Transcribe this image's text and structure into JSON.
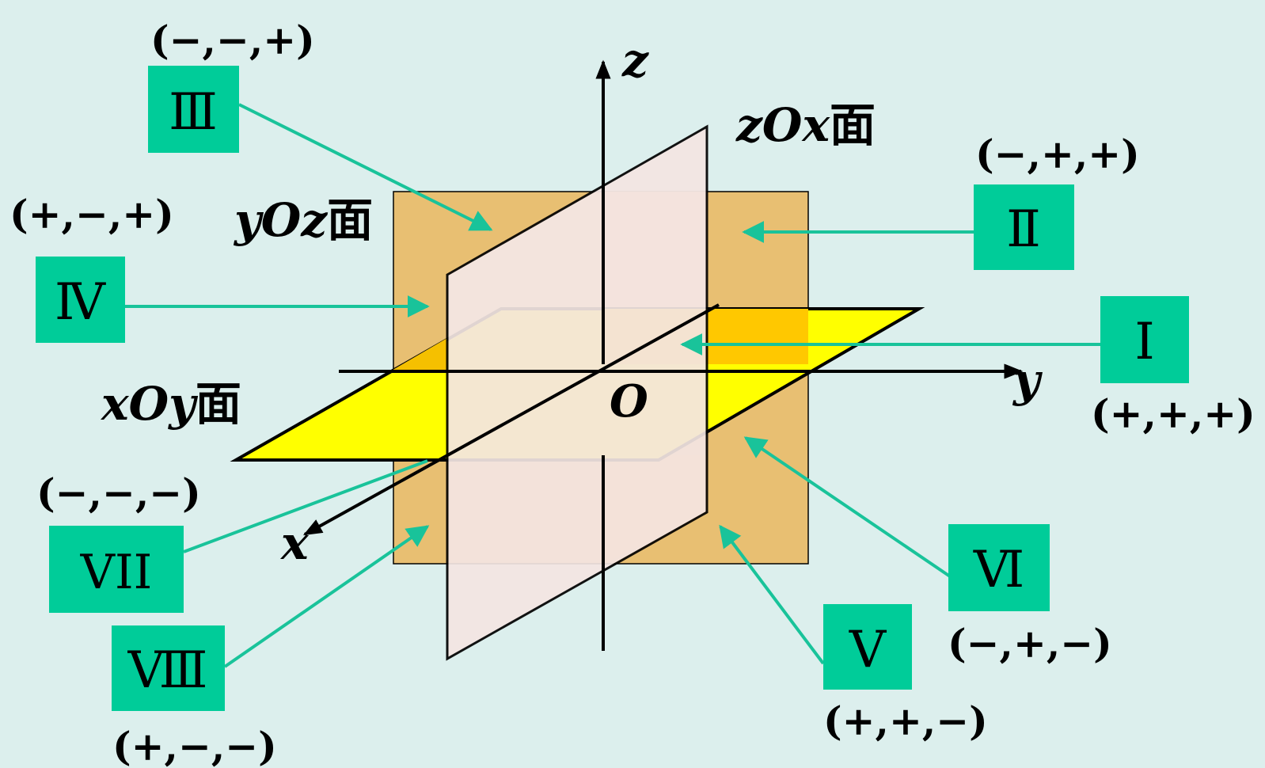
{
  "colors": {
    "background": "#dcefed",
    "octant_box": "#00cc99",
    "arrow": "#19c39a",
    "yoz_plane": "#e8b86a",
    "zox_plane": "#f4e6e3",
    "xoy_plane": "#ffff00"
  },
  "axes": {
    "x": "x",
    "y": "y",
    "z": "z",
    "origin": "O"
  },
  "planes": {
    "yoz": {
      "vars": "yOz",
      "suffix": "面"
    },
    "zox": {
      "vars": "zOx",
      "suffix": "面"
    },
    "xoy": {
      "vars": "xOy",
      "suffix": "面"
    }
  },
  "octants": [
    {
      "id": "1",
      "numeral": "Ⅰ",
      "signs": "(+,+,+)"
    },
    {
      "id": "2",
      "numeral": "Ⅱ",
      "signs": "(−,+,+)"
    },
    {
      "id": "3",
      "numeral": "Ⅲ",
      "signs": "(−,−,+)"
    },
    {
      "id": "4",
      "numeral": "Ⅳ",
      "signs": "(+,−,+)"
    },
    {
      "id": "5",
      "numeral": "Ⅴ",
      "signs": "(+,+,−)"
    },
    {
      "id": "6",
      "numeral": "Ⅵ",
      "signs": "(−,+,−)"
    },
    {
      "id": "7",
      "numeral": "VII",
      "signs": "(−,−,−)"
    },
    {
      "id": "8",
      "numeral": "Ⅷ",
      "signs": "(+,−,−)"
    }
  ]
}
